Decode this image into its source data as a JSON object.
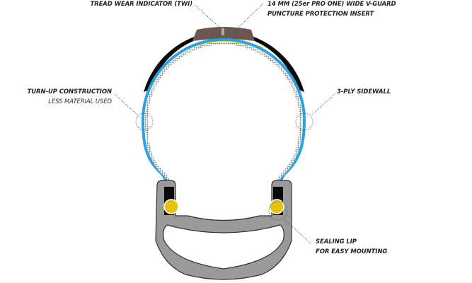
{
  "labels": {
    "twi": "TREAD WEAR INDICATOR (TWI)",
    "insert_line1": "14 MM (25er PRO ONE) WIDE V-GUARD",
    "insert_line2": "PUNCTURE PROTECTION INSERT",
    "turnup_line1": "TURN-UP CONSTRUCTION",
    "turnup_line2": "LESS MATERIAL USED",
    "sidewall": "3-PLY SIDEWALL",
    "sealing_line1": "SEALING LIP",
    "sealing_line2": "FOR EASY MOUNTING"
  },
  "colors": {
    "tread": "#0a0a0a",
    "twi_zone": "#6b5650",
    "insert": "#f2e21a",
    "ply_blue": "#2aa3e0",
    "rim": "#9a9a9a",
    "bead": "#e8c20c"
  }
}
